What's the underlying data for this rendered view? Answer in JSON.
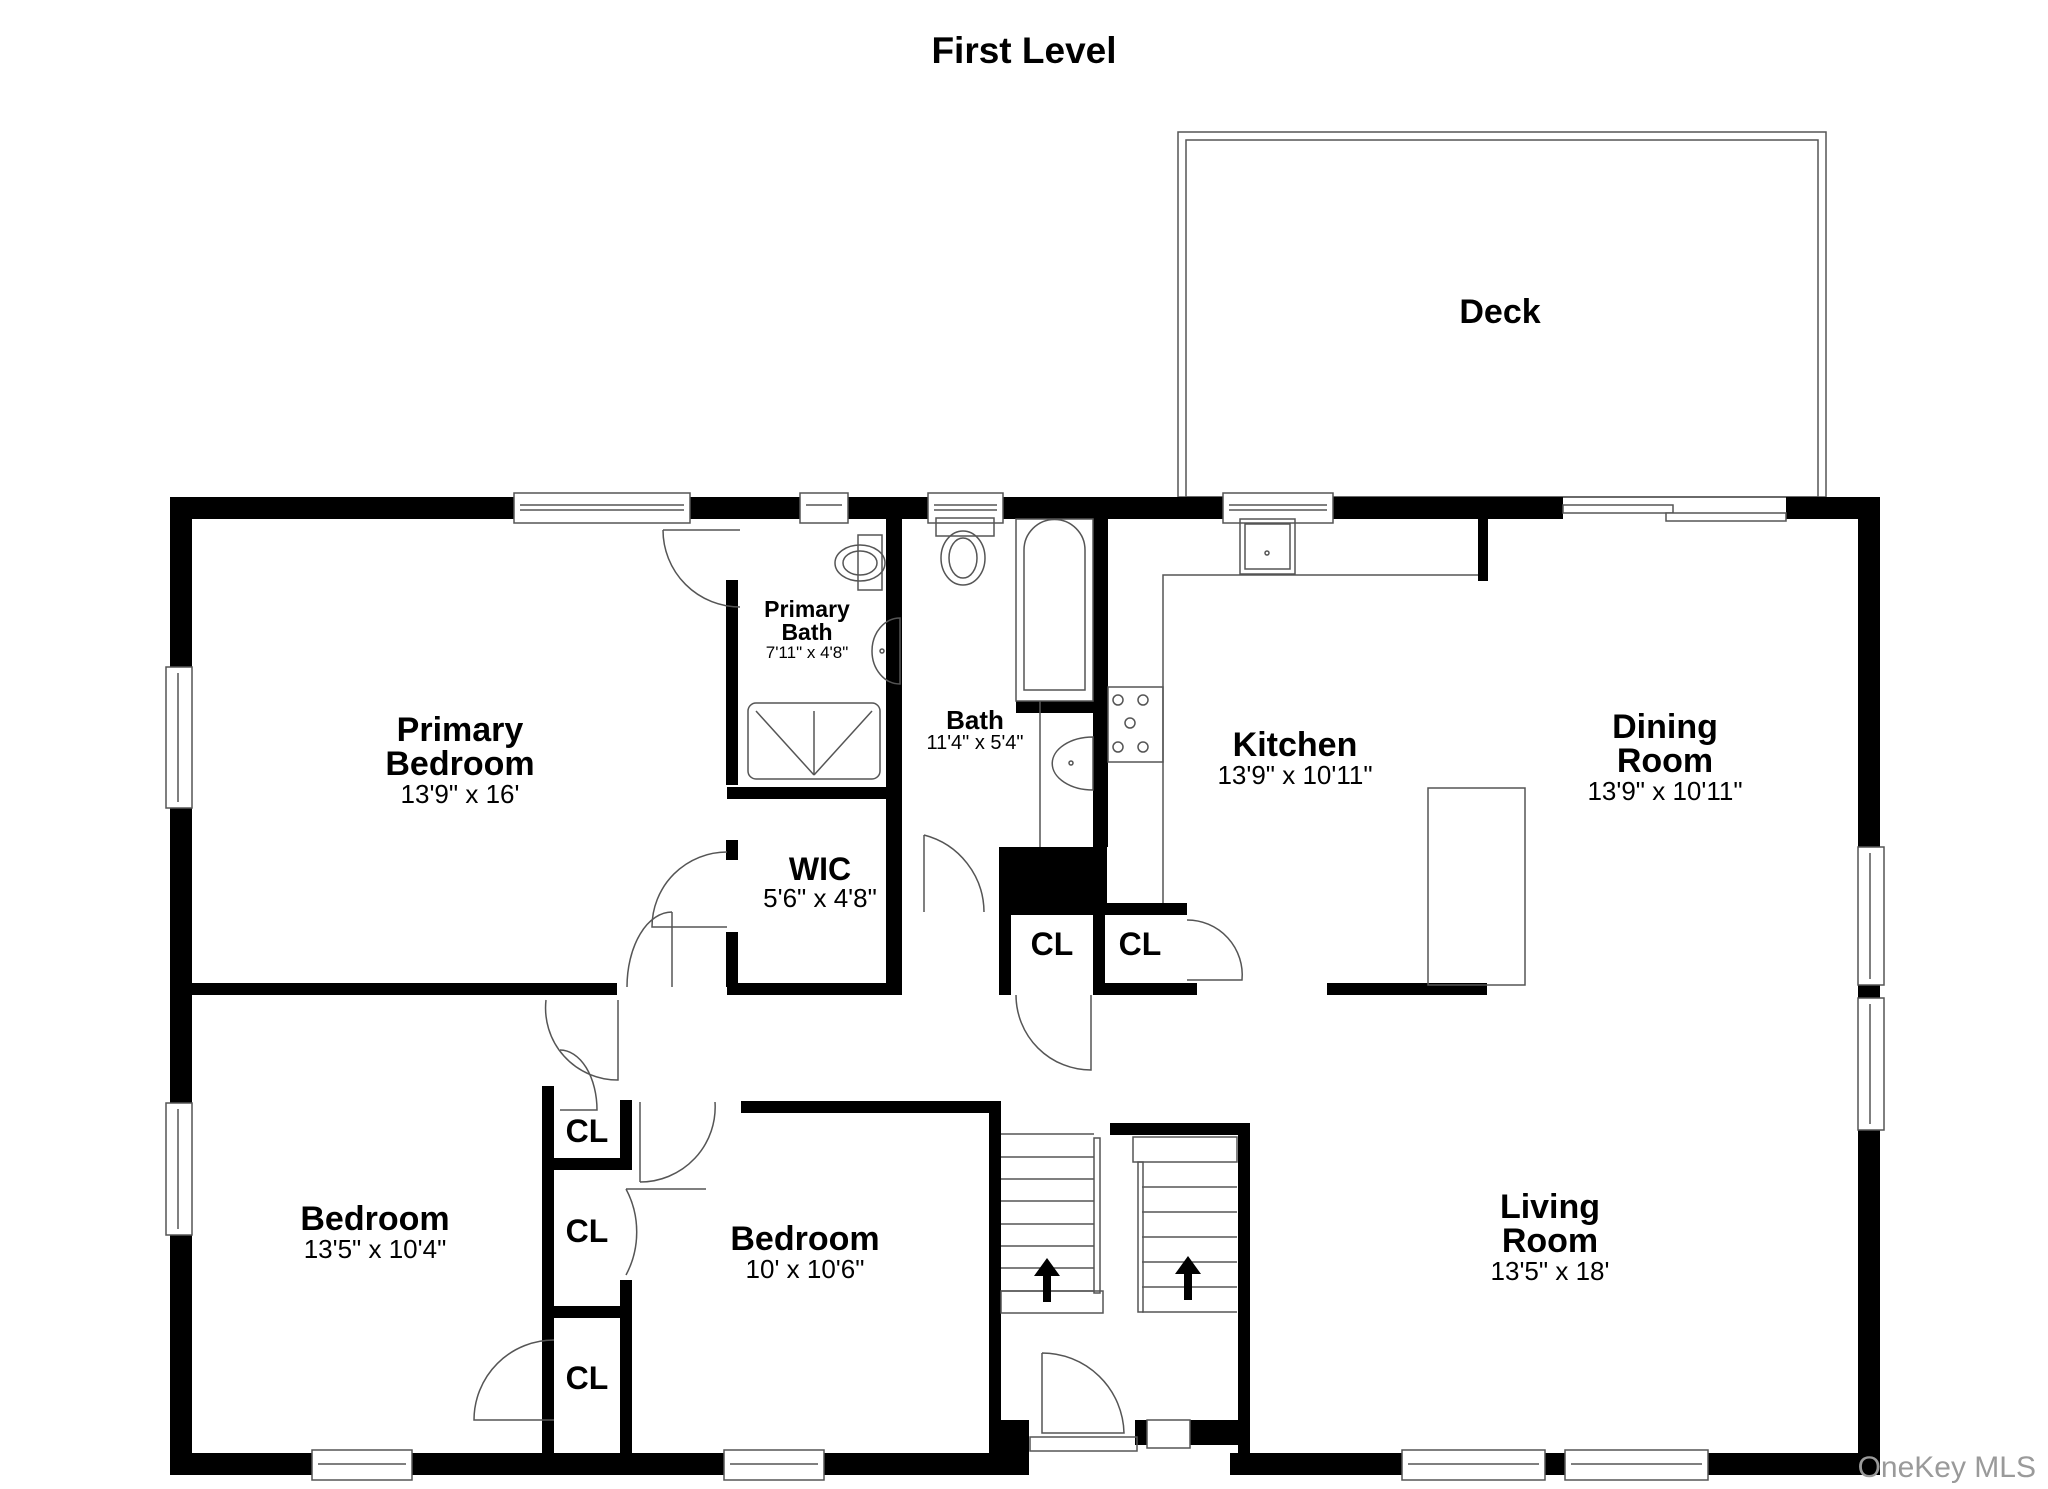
{
  "title": "First Level",
  "watermark": "OneKey MLS",
  "colors": {
    "wall": "#000000",
    "fixture": "#555555",
    "background": "#ffffff",
    "watermark": "#9a9a9a"
  },
  "rooms": {
    "deck": {
      "name": "Deck"
    },
    "primary_bedroom": {
      "name_line1": "Primary",
      "name_line2": "Bedroom",
      "dim": "13'9\" x 16'"
    },
    "primary_bath": {
      "name_line1": "Primary",
      "name_line2": "Bath",
      "dim": "7'11\" x 4'8\""
    },
    "wic": {
      "name": "WIC",
      "dim": "5'6\" x 4'8\""
    },
    "bath": {
      "name": "Bath",
      "dim": "11'4\" x 5'4\""
    },
    "kitchen": {
      "name": "Kitchen",
      "dim": "13'9\" x 10'11\""
    },
    "dining_room": {
      "name_line1": "Dining",
      "name_line2": "Room",
      "dim": "13'9\" x 10'11\""
    },
    "closet_hall_left": {
      "name": "CL"
    },
    "closet_hall_right": {
      "name": "CL"
    },
    "bedroom_left": {
      "name": "Bedroom",
      "dim": "13'5\" x 10'4\""
    },
    "bedroom_middle": {
      "name": "Bedroom",
      "dim": "10' x 10'6\""
    },
    "closet_bedroom_upper": {
      "name": "CL"
    },
    "closet_bedroom_middle": {
      "name": "CL"
    },
    "closet_bedroom_lower": {
      "name": "CL"
    },
    "living_room": {
      "name_line1": "Living",
      "name_line2": "Room",
      "dim": "13'5\" x 18'"
    }
  },
  "icons": {
    "stairs_arrow": "up-arrow",
    "fixtures": [
      "toilet",
      "sink",
      "shower",
      "bathtub",
      "stove",
      "kitchen-sink",
      "island"
    ]
  }
}
